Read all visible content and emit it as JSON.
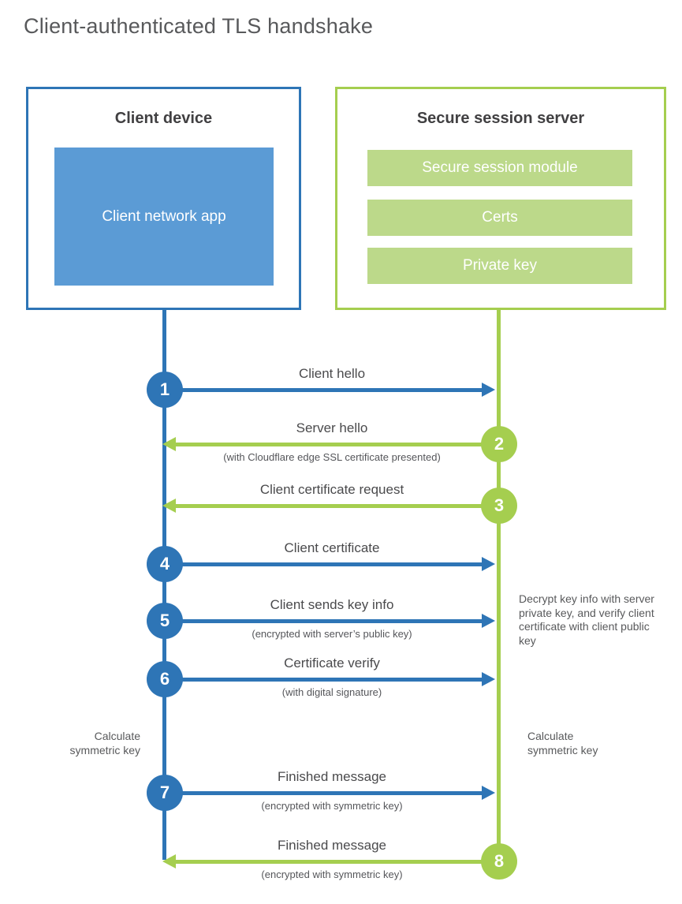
{
  "title": "Client-authenticated TLS handshake",
  "client": {
    "title": "Client device",
    "app_label": "Client network app"
  },
  "server": {
    "title": "Secure session server",
    "modules": [
      "Secure session module",
      "Certs",
      "Private key"
    ]
  },
  "steps": [
    {
      "num": "1",
      "label": "Client hello",
      "direction": "right",
      "actor": "client"
    },
    {
      "num": "2",
      "label": "Server hello",
      "sub": "(with Cloudflare edge SSL certificate presented)",
      "direction": "left",
      "actor": "server"
    },
    {
      "num": "3",
      "label": "Client certificate request",
      "direction": "left",
      "actor": "server"
    },
    {
      "num": "4",
      "label": "Client certificate",
      "direction": "right",
      "actor": "client"
    },
    {
      "num": "5",
      "label": "Client sends key info",
      "sub": "(encrypted with server’s public key)",
      "direction": "right",
      "actor": "client"
    },
    {
      "num": "6",
      "label": "Certificate verify",
      "sub": "(with digital signature)",
      "direction": "right",
      "actor": "client"
    },
    {
      "num": "7",
      "label": "Finished message",
      "sub": "(encrypted with symmetric key)",
      "direction": "right",
      "actor": "client"
    },
    {
      "num": "8",
      "label": "Finished message",
      "sub": "(encrypted with symmetric key)",
      "direction": "left",
      "actor": "server"
    }
  ],
  "annotations": {
    "decrypt_note": "Decrypt key info with server private key, and verify client certificate with client public key",
    "calculate_left": "Calculate symmetric key",
    "calculate_right": "Calculate symmetric key"
  },
  "colors": {
    "client_blue": "#2E75B6",
    "client_blue_light": "#5B9BD5",
    "server_green": "#A5CE4F",
    "server_green_light": "#BCD98A",
    "heading_text": "#414042",
    "label_text": "#4a4a4c"
  }
}
